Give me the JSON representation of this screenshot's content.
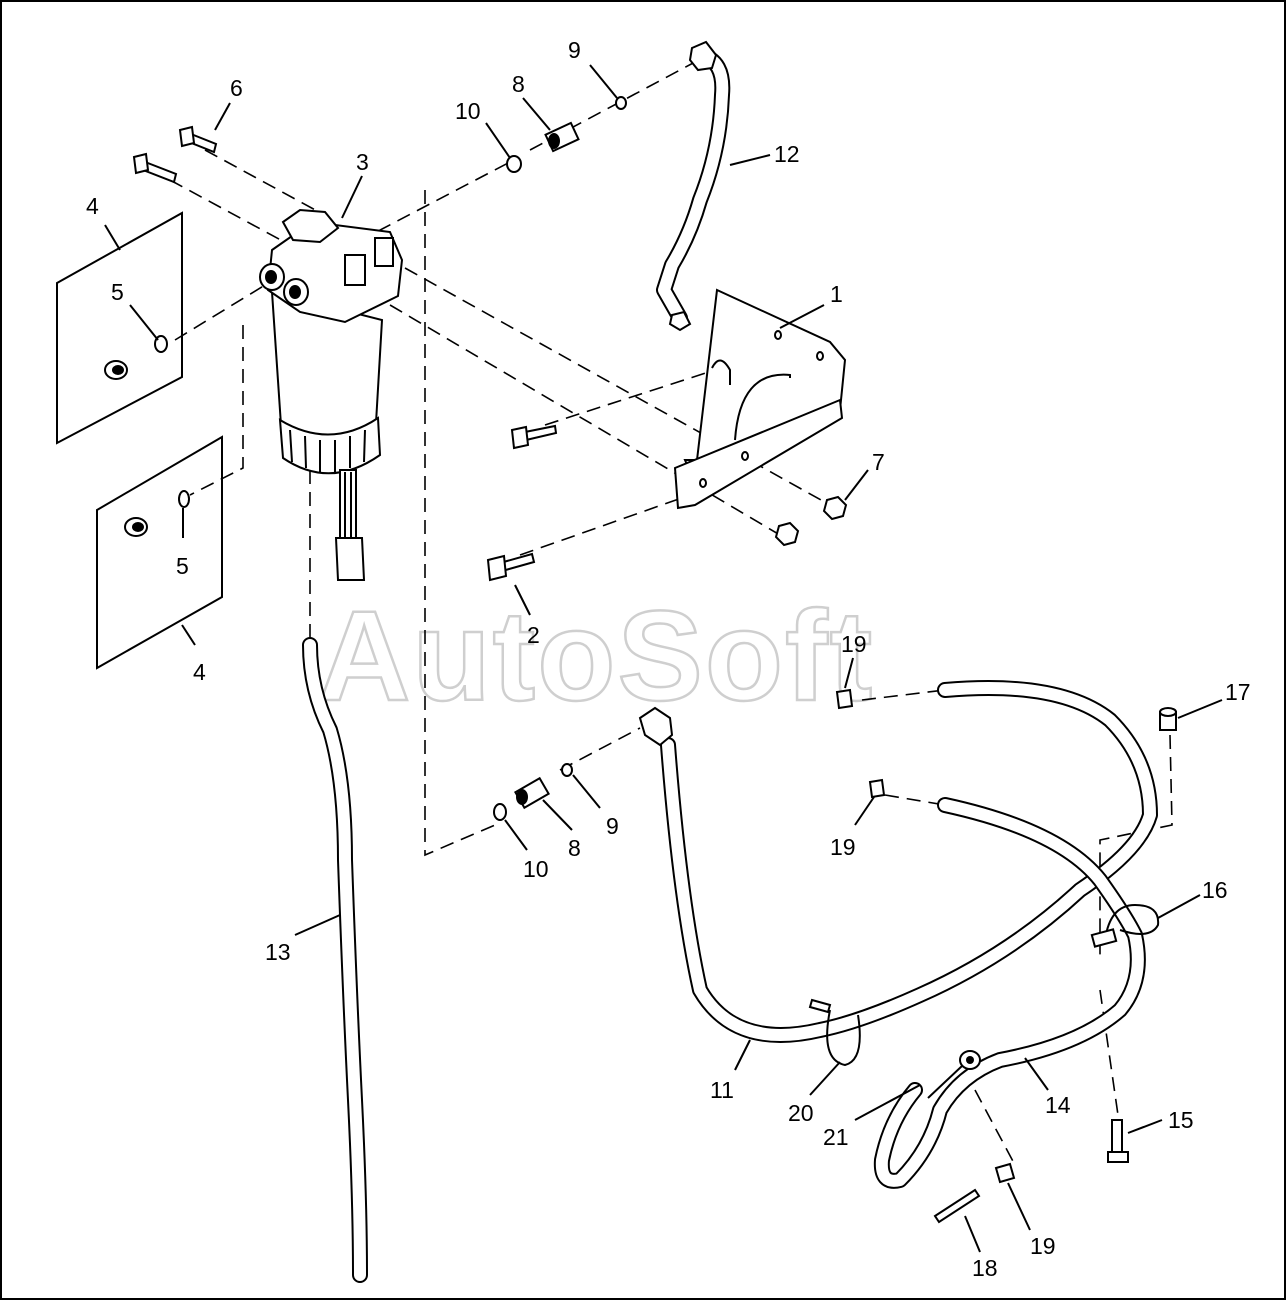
{
  "watermark": "AutoSoft",
  "callouts": [
    {
      "id": "c1",
      "label": "1"
    },
    {
      "id": "c2",
      "label": "2"
    },
    {
      "id": "c3",
      "label": "3"
    },
    {
      "id": "c4a",
      "label": "4"
    },
    {
      "id": "c4b",
      "label": "4"
    },
    {
      "id": "c5a",
      "label": "5"
    },
    {
      "id": "c5b",
      "label": "5"
    },
    {
      "id": "c6",
      "label": "6"
    },
    {
      "id": "c7",
      "label": "7"
    },
    {
      "id": "c8a",
      "label": "8"
    },
    {
      "id": "c8b",
      "label": "8"
    },
    {
      "id": "c9a",
      "label": "9"
    },
    {
      "id": "c9b",
      "label": "9"
    },
    {
      "id": "c10a",
      "label": "10"
    },
    {
      "id": "c10b",
      "label": "10"
    },
    {
      "id": "c11",
      "label": "11"
    },
    {
      "id": "c12",
      "label": "12"
    },
    {
      "id": "c13",
      "label": "13"
    },
    {
      "id": "c14",
      "label": "14"
    },
    {
      "id": "c15",
      "label": "15"
    },
    {
      "id": "c16",
      "label": "16"
    },
    {
      "id": "c17",
      "label": "17"
    },
    {
      "id": "c18",
      "label": "18"
    },
    {
      "id": "c19a",
      "label": "19"
    },
    {
      "id": "c19b",
      "label": "19"
    },
    {
      "id": "c19c",
      "label": "19"
    },
    {
      "id": "c20",
      "label": "20"
    },
    {
      "id": "c21",
      "label": "21"
    }
  ]
}
